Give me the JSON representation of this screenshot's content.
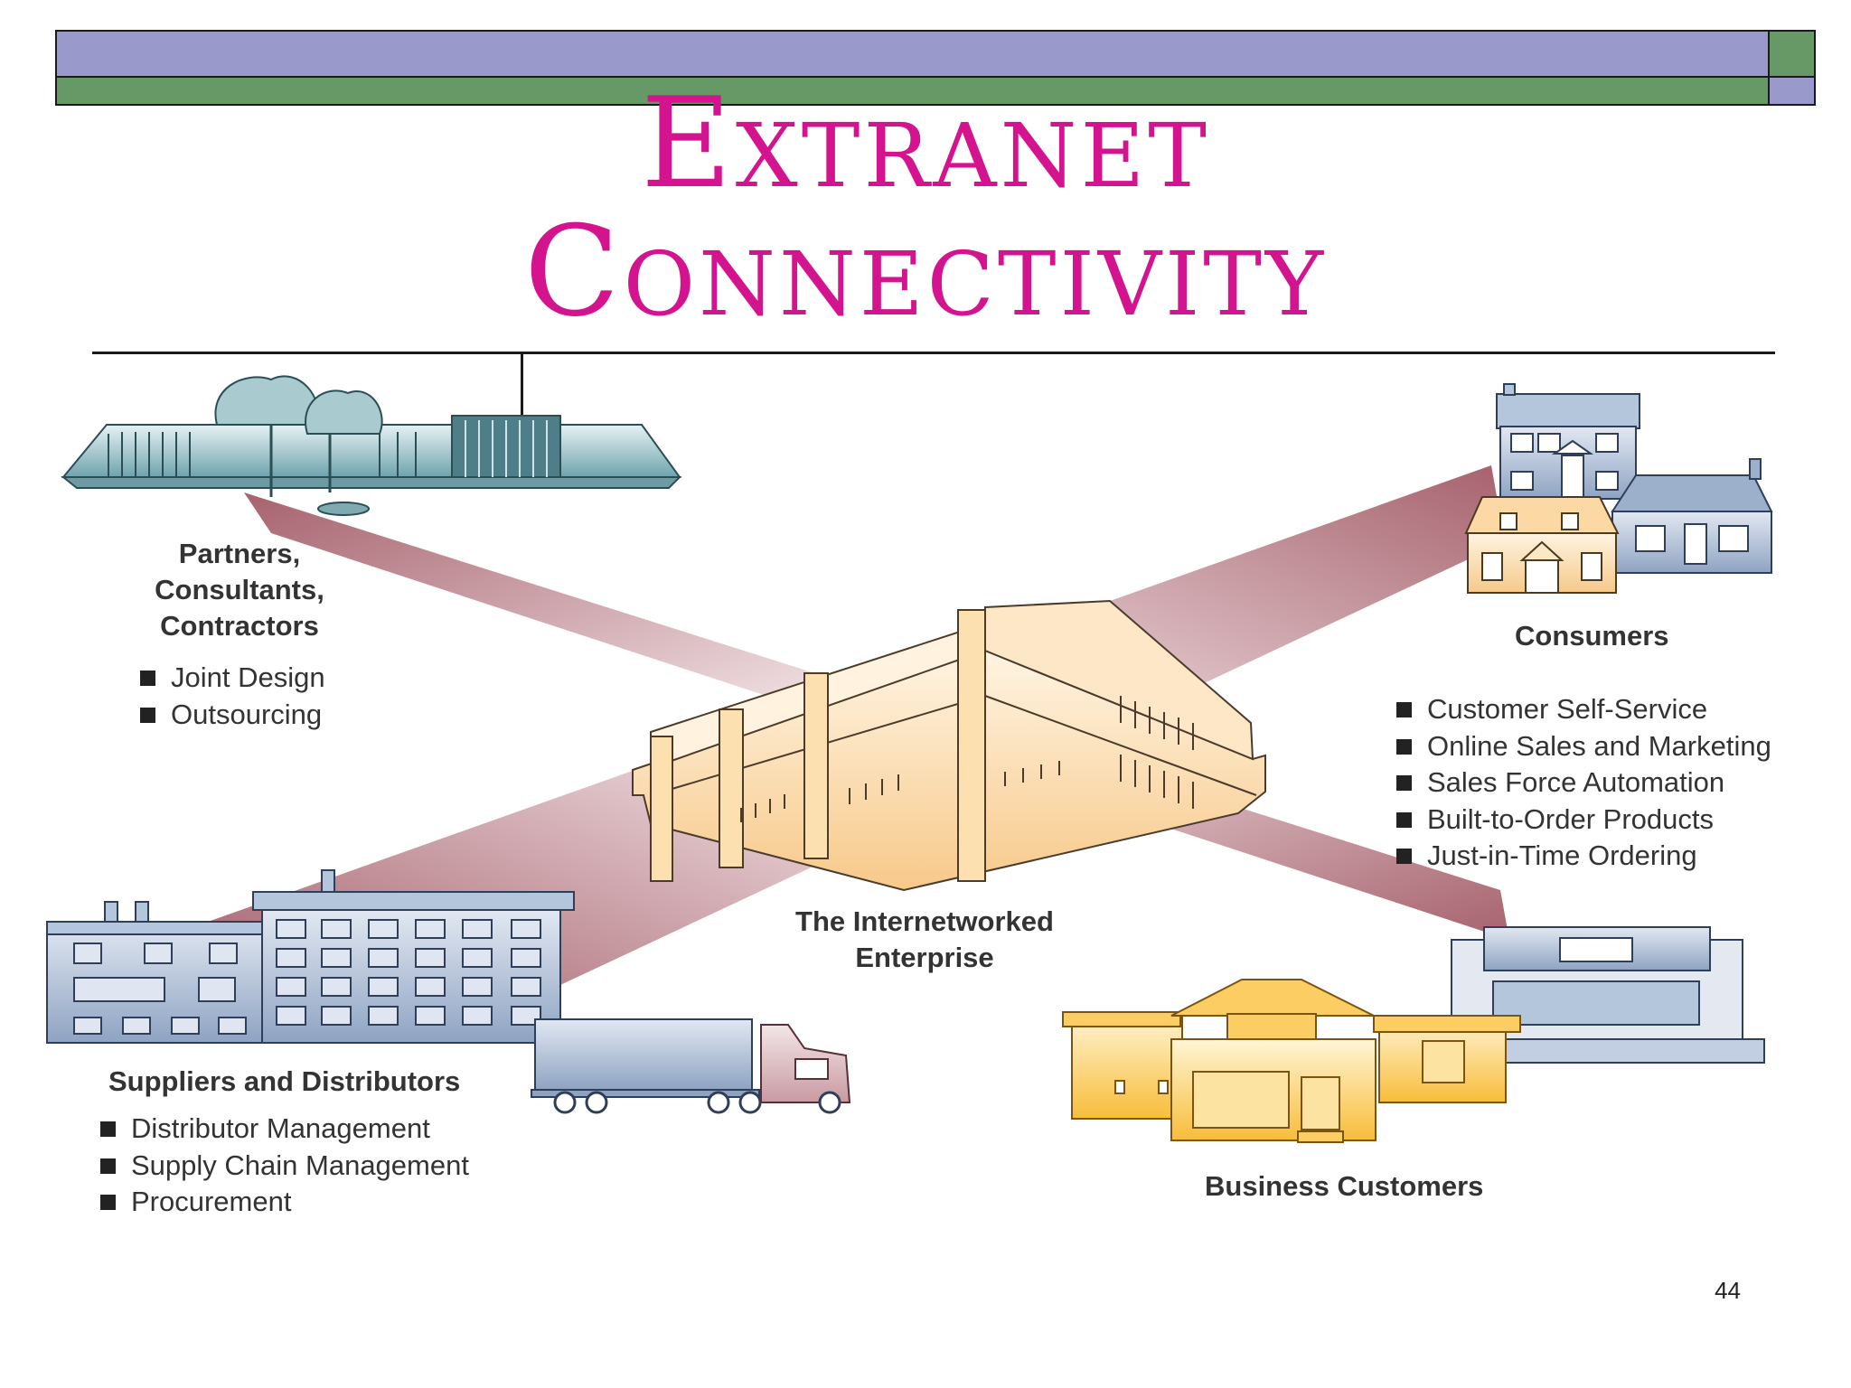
{
  "slide": {
    "title_line1": "Extranet",
    "title_line2": "Connectivity",
    "page_number": "44"
  },
  "colors": {
    "title": "#d4148e",
    "bar_purple": "#9999cc",
    "bar_green": "#669966",
    "beam": "#a85a68",
    "enterprise_fill": "#fde0b0",
    "partner_fill": "#8fbcc4",
    "supplier_fill": "#9cb0cc",
    "business_fill": "#fbcd62"
  },
  "groups": {
    "partners": {
      "heading": [
        "Partners,",
        "Consultants,",
        "Contractors"
      ],
      "items": [
        "Joint Design",
        "Outsourcing"
      ]
    },
    "consumers": {
      "heading": "Consumers",
      "items": [
        "Customer Self-Service",
        "Online Sales and Marketing",
        "Sales Force Automation",
        "Built-to-Order Products",
        "Just-in-Time Ordering"
      ]
    },
    "enterprise": {
      "heading": [
        "The Internetworked",
        "Enterprise"
      ]
    },
    "suppliers": {
      "heading": "Suppliers and Distributors",
      "items": [
        "Distributor Management",
        "Supply Chain Management",
        "Procurement"
      ]
    },
    "business": {
      "heading": "Business Customers"
    }
  }
}
